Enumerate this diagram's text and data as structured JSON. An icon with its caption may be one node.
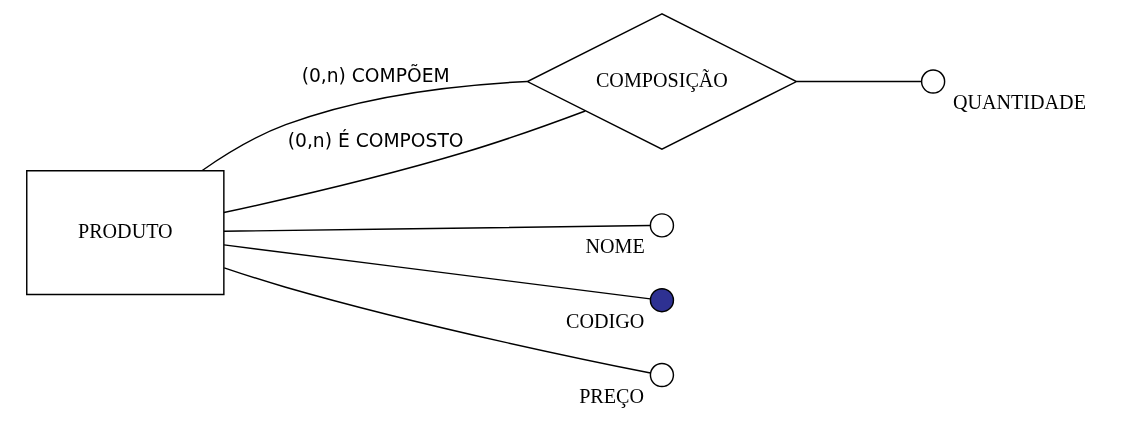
{
  "diagram": {
    "nodes": [
      {
        "text": [
          "PRODUTO"
        ]
      },
      {
        "text": [
          "COMPOSIÇÃO"
        ]
      },
      {
        "text": [
          "NOME"
        ]
      },
      {
        "text": [
          "CODIGO"
        ]
      },
      {
        "text": [
          "PREÇO"
        ]
      },
      {
        "text": [
          "QUANTIDADE"
        ]
      }
    ],
    "edges": [
      {
        "from": 0,
        "to": 2,
        "arrow": "none"
      },
      {
        "from": 0,
        "to": 3,
        "arrow": "none"
      },
      {
        "from": 0,
        "to": 1,
        "arrow": "none",
        "label": "(0,n) COMPÕEM"
      },
      {
        "from": 0,
        "to": 1,
        "arrow": "none",
        "label": "(0,n) É COMPOSTO"
      },
      {
        "from": 0,
        "to": 4,
        "arrow": "none"
      },
      {
        "from": 1,
        "to": 5,
        "arrow": "none"
      }
    ]
  }
}
